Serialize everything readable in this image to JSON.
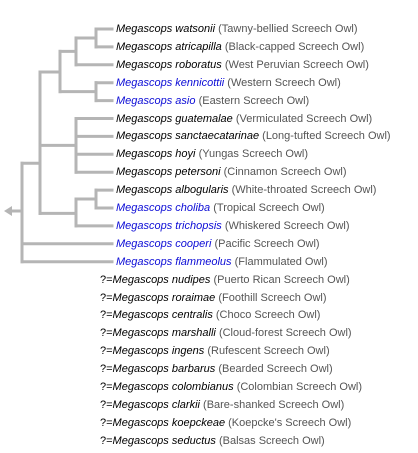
{
  "colors": {
    "line": "#b5b5b5",
    "link": "#0b0bd6",
    "text": "#000000",
    "common": "#555555"
  },
  "root_icon": "left-triangle-icon",
  "species": [
    {
      "scientific": "Megascops watsonii",
      "common": "(Tawny-bellied Screech Owl)",
      "link": false,
      "status": "placed"
    },
    {
      "scientific": "Megascops atricapilla",
      "common": "(Black-capped Screech Owl)",
      "link": false,
      "status": "placed"
    },
    {
      "scientific": "Megascops roboratus",
      "common": "(West Peruvian Screech Owl)",
      "link": false,
      "status": "placed"
    },
    {
      "scientific": "Megascops kennicottii",
      "common": "(Western Screech Owl)",
      "link": true,
      "status": "placed"
    },
    {
      "scientific": "Megascops asio",
      "common": "(Eastern Screech Owl)",
      "link": true,
      "status": "placed"
    },
    {
      "scientific": "Megascops guatemalae",
      "common": "(Vermiculated Screech Owl)",
      "link": false,
      "status": "placed"
    },
    {
      "scientific": "Megascops sanctaecatarinae",
      "common": "(Long-tufted Screech Owl)",
      "link": false,
      "status": "placed"
    },
    {
      "scientific": "Megascops hoyi",
      "common": "(Yungas Screech Owl)",
      "link": false,
      "status": "placed"
    },
    {
      "scientific": "Megascops petersoni",
      "common": "(Cinnamon Screech Owl)",
      "link": false,
      "status": "placed"
    },
    {
      "scientific": "Megascops albogularis",
      "common": "(White-throated Screech Owl)",
      "link": false,
      "status": "placed"
    },
    {
      "scientific": "Megascops choliba",
      "common": "(Tropical Screech Owl)",
      "link": true,
      "status": "placed"
    },
    {
      "scientific": "Megascops trichopsis",
      "common": "(Whiskered Screech Owl)",
      "link": true,
      "status": "placed"
    },
    {
      "scientific": "Megascops cooperi",
      "common": "(Pacific Screech Owl)",
      "link": true,
      "status": "placed"
    },
    {
      "scientific": "Megascops flammeolus",
      "common": "(Flammulated Owl)",
      "link": true,
      "status": "placed"
    },
    {
      "scientific": "Megascops nudipes",
      "common": "(Puerto Rican Screech Owl)",
      "link": false,
      "status": "unplaced",
      "marker": "?="
    },
    {
      "scientific": "Megascops roraimae",
      "common": "(Foothill Screech Owl)",
      "link": false,
      "status": "unplaced",
      "marker": "?="
    },
    {
      "scientific": "Megascops centralis",
      "common": "(Choco Screech Owl)",
      "link": false,
      "status": "unplaced",
      "marker": "?="
    },
    {
      "scientific": "Megascops marshalli",
      "common": "(Cloud-forest Screech Owl)",
      "link": false,
      "status": "unplaced",
      "marker": "?="
    },
    {
      "scientific": "Megascops ingens",
      "common": "(Rufescent Screech Owl)",
      "link": false,
      "status": "unplaced",
      "marker": "?="
    },
    {
      "scientific": "Megascops barbarus",
      "common": "(Bearded Screech Owl)",
      "link": false,
      "status": "unplaced",
      "marker": "?="
    },
    {
      "scientific": "Megascops colombianus",
      "common": "(Colombian Screech Owl)",
      "link": false,
      "status": "unplaced",
      "marker": "?="
    },
    {
      "scientific": "Megascops clarkii",
      "common": "(Bare-shanked Screech Owl)",
      "link": false,
      "status": "unplaced",
      "marker": "?="
    },
    {
      "scientific": "Megascops koepckeae",
      "common": "(Koepcke's Screech Owl)",
      "link": false,
      "status": "unplaced",
      "marker": "?="
    },
    {
      "scientific": "Megascops seductus",
      "common": "(Balsas Screech Owl)",
      "link": false,
      "status": "unplaced",
      "marker": "?="
    }
  ]
}
